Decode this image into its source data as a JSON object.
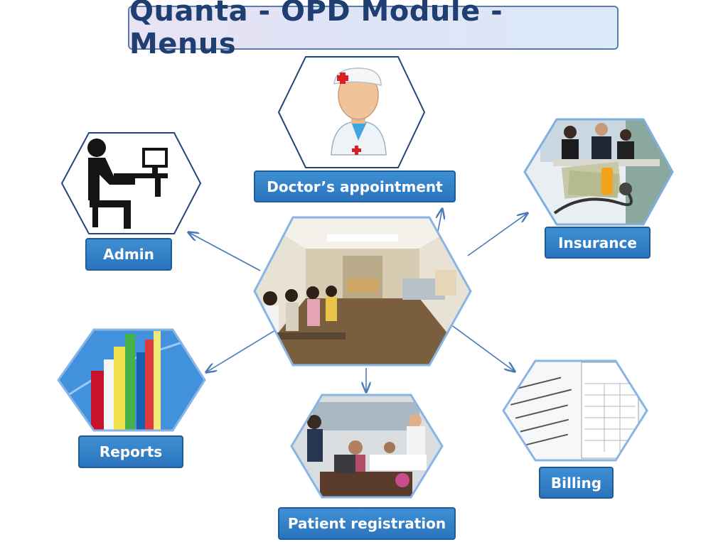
{
  "title": "Quanta - OPD Module - Menus",
  "menus": {
    "doctor": "Doctor’s appointment",
    "admin": "Admin",
    "insurance": "Insurance",
    "reports": "Reports",
    "billing": "Billing",
    "patient": "Patient registration"
  },
  "icons": {
    "center": "hospital-waiting-room-icon",
    "doctor": "doctor-icon",
    "admin": "admin-computer-user-icon",
    "insurance": "insurance-meeting-icon",
    "reports": "bar-chart-icon",
    "billing": "billing-invoice-icon",
    "patient": "patient-registration-icon"
  },
  "colors": {
    "title_text": "#1f3f73",
    "label_fill": "#2f7cc4",
    "arrow": "#4a79b4"
  }
}
